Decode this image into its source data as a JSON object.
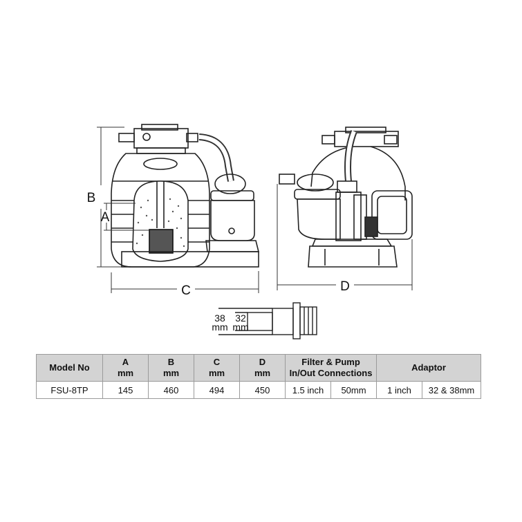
{
  "diagram": {
    "dimension_labels": {
      "a": "A",
      "b": "B",
      "c": "C",
      "d": "D"
    },
    "adaptor_labels": {
      "size1": "38",
      "unit1": "mm",
      "size2": "32",
      "unit2": "mm"
    }
  },
  "table": {
    "headers": {
      "model": "Model No",
      "a_top": "A",
      "a_unit": "mm",
      "b_top": "B",
      "b_unit": "mm",
      "c_top": "C",
      "c_unit": "mm",
      "d_top": "D",
      "d_unit": "mm",
      "conn_top": "Filter & Pump",
      "conn_bottom": "In/Out Connections",
      "adaptor": "Adaptor"
    },
    "row": {
      "model": "FSU-8TP",
      "a": "145",
      "b": "460",
      "c": "494",
      "d": "450",
      "filter_conn": "1.5 inch",
      "pump_conn": "50mm",
      "adaptor1": "1 inch",
      "adaptor2": "32 & 38mm"
    }
  }
}
